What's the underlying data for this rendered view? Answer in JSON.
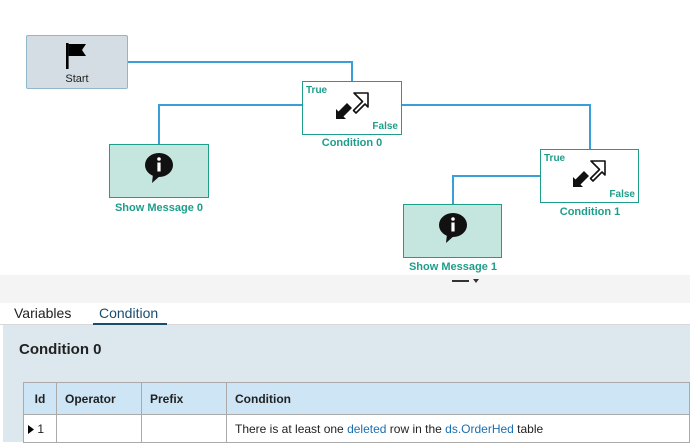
{
  "flow": {
    "start_label": "Start",
    "condition0": {
      "true_label": "True",
      "false_label": "False",
      "name": "Condition 0"
    },
    "condition1": {
      "true_label": "True",
      "false_label": "False",
      "name": "Condition 1"
    },
    "message0": {
      "name": "Show Message 0"
    },
    "message1": {
      "name": "Show Message 1"
    }
  },
  "tabs": [
    {
      "label": "Variables"
    },
    {
      "label": "Condition"
    }
  ],
  "panel": {
    "title": "Condition 0",
    "table": {
      "headers": [
        "Id",
        "Operator",
        "Prefix",
        "Condition"
      ],
      "rows": [
        {
          "id": "1",
          "operator": "",
          "prefix": "",
          "condition_parts": [
            "There is at least one ",
            "deleted",
            " row in the ",
            "ds.OrderHed",
            " table"
          ]
        }
      ]
    }
  },
  "colors": {
    "link": "#3a9fd8",
    "node_border": "#1e9e8a",
    "message_fill": "#c5e6de",
    "start_fill": "#d3dde3",
    "header_fill": "#cde5f5",
    "accent_link": "#1a6fb0"
  },
  "icons": {
    "start": "flag-icon",
    "condition": "double-arrow-icon",
    "message": "speech-info-icon",
    "grip": "resize-grip-icon",
    "row_pointer": "row-pointer-icon"
  }
}
